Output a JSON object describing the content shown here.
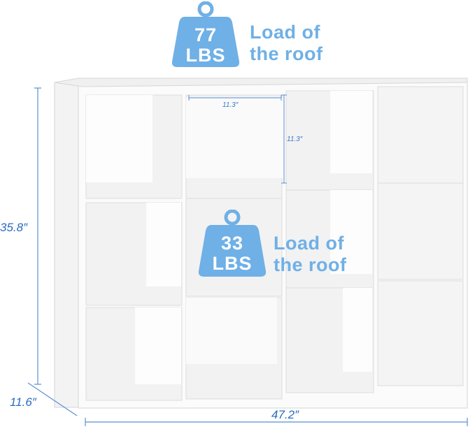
{
  "product": {
    "height": "35.8″",
    "width": "47.2″",
    "depth": "11.6″",
    "cube_width": "11.3″",
    "cube_height": "11.3″"
  },
  "top_load": {
    "value": "77",
    "unit": "LBS",
    "label_line1": "Load of",
    "label_line2": "the roof"
  },
  "cube_load": {
    "value": "33",
    "unit": "LBS",
    "label_line1": "Load of",
    "label_line2": "the roof"
  },
  "colors": {
    "accent": "#6fb0e6",
    "dimension": "#2a6cc0",
    "shelf": "#ffffff"
  }
}
